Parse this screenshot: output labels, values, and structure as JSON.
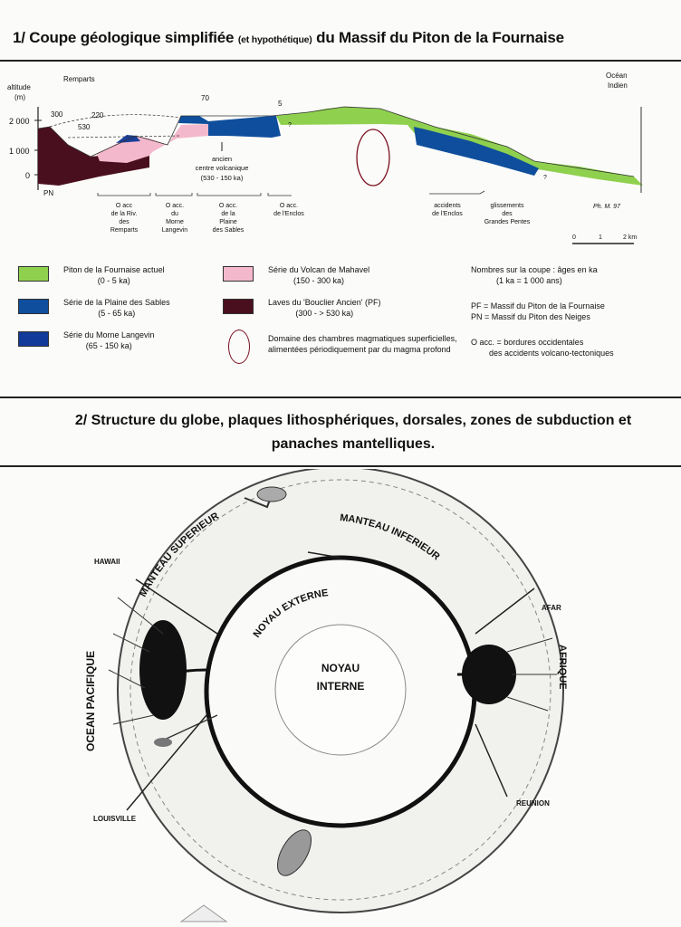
{
  "section1": {
    "title_main_a": "1/ Coupe géologique simplifiée ",
    "title_small": "(et hypothétique)",
    "title_main_b": " du Massif du Piton de la Fournaise",
    "axis_label": "altitude",
    "axis_unit": "(m)",
    "y_ticks": [
      "2 000",
      "1 000",
      "0"
    ],
    "top_left_label": "Remparts",
    "ocean_label_1": "Océan",
    "ocean_label_2": "Indien",
    "ages": [
      "300",
      "530",
      "220",
      "70",
      "5"
    ],
    "question": "?",
    "pn": "PN",
    "ancien": [
      "ancien",
      "centre volcanique",
      "(530 - 150 ka)"
    ],
    "accidents": [
      [
        "O acc",
        "de la Riv.",
        "des",
        "Remparts"
      ],
      [
        "O acc.",
        "du",
        "Morne",
        "Langevin"
      ],
      [
        "O acc.",
        "de la",
        "Plaine",
        "des Sables"
      ],
      [
        "O acc.",
        "de l'Enclos"
      ],
      [
        "accidents",
        "de l'Enclos"
      ],
      [
        "glissements",
        "des",
        "Grandes Pentes"
      ]
    ],
    "credit": "Ph. M. 97",
    "scale": [
      "0",
      "1",
      "2 km"
    ],
    "legend": [
      {
        "label": "Piton de la Fournaise actuel",
        "sub": "(0 - 5 ka)",
        "color": "#8fd14f"
      },
      {
        "label": "Série de la Plaine des Sables",
        "sub": "(5 - 65 ka)",
        "color": "#0f4e9c"
      },
      {
        "label": "Série du Morne Langevin",
        "sub": "(65 - 150 ka)",
        "color": "#123a9a"
      },
      {
        "label": "Série du Volcan de Mahavel",
        "sub": "(150 - 300 ka)",
        "color": "#f4b8cc"
      },
      {
        "label": "Laves du 'Bouclier Ancien' (PF)",
        "sub": "(300 - > 530 ka)",
        "color": "#4a0f1e"
      },
      {
        "label": "Domaine des chambres magmatiques superficielles, alimentées périodiquement par du magma profond",
        "sub": "",
        "color": "#7a1020"
      }
    ],
    "notes": [
      "Nombres sur la coupe : âges en ka",
      "(1 ka = 1 000 ans)",
      "PF = Massif du Piton de la Fournaise",
      "PN = Massif du Piton des Neiges",
      "O acc. = bordures occidentales",
      "des accidents volcano-tectoniques"
    ]
  },
  "section2": {
    "title_line1": "2/ Structure du globe, plaques lithosphériques, dorsales, zones de subduction et",
    "title_line2": "panaches mantelliques.",
    "labels": {
      "manteau_superieur": "MANTEAU SUPERIEUR",
      "manteau_inferieur": "MANTEAU INFERIEUR",
      "noyau_externe": "NOYAU EXTERNE",
      "noyau_interne_1": "NOYAU",
      "noyau_interne_2": "INTERNE",
      "hawaii": "HAWAII",
      "louisville": "LOUISVILLE",
      "afar": "AFAR",
      "reunion": "REUNION",
      "ocean_pacifique": "OCEAN PACIFIQUE",
      "afrique": "AFRIQUE"
    }
  }
}
